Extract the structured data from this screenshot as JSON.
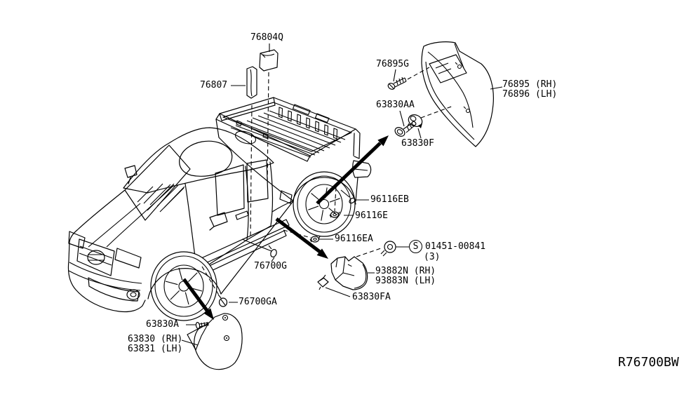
{
  "page": {
    "background": "#ffffff",
    "ink": "#000000"
  },
  "diagram": {
    "ref_code": "R76700BW",
    "artwork": {
      "vehicle_icon": "crew-cab-pickup-line-art",
      "hardware_icons": [
        "screw-icon",
        "push-pin-icon",
        "grommet-icon",
        "clip-icon",
        "spring-nut-icon",
        "bolt-icon",
        "rivet-clip-icon"
      ],
      "mud_guard_icons": [
        "rear-mud-guard",
        "front-mud-guard",
        "rear-splash-guard"
      ]
    },
    "callouts": {
      "p76804q": "76804Q",
      "p76807": "76807",
      "p76895g": "76895G",
      "p76895rh": "76895 (RH)",
      "p76896lh": "76896 (LH)",
      "p63830aa": "63830AA",
      "p63830f": "63830F",
      "p96116eb": "96116EB",
      "p96116e": "96116E",
      "p96116ea": "96116EA",
      "s_symbol": "S",
      "p01451": "01451-00841",
      "p01451_qty": "(3)",
      "p76700g": "76700G",
      "p93882nrh": "93882N (RH)",
      "p93883nlh": "93883N (LH)",
      "p63830fa": "63830FA",
      "p76700ga": "76700GA",
      "p63830a": "63830A",
      "p63830rh": "63830 (RH)",
      "p63831lh": "63831 (LH)"
    }
  }
}
